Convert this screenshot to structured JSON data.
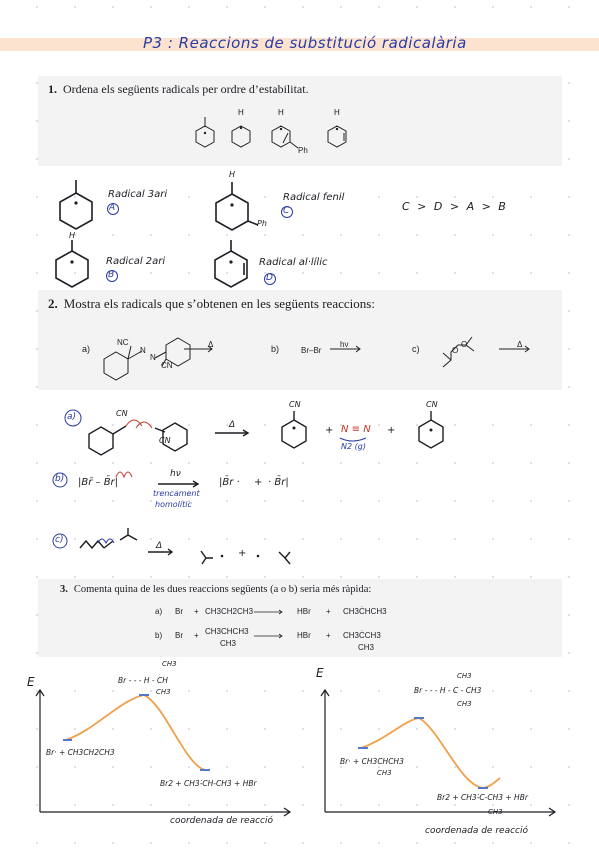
{
  "title": "P3 : Reaccions de substitució radicalària",
  "q1": {
    "number": "1.",
    "text": "Ordena els següents radicals per ordre d’estabilitat.",
    "labels": [
      "H",
      "H",
      "H",
      "Ph"
    ]
  },
  "a1": {
    "r1_name": "Radical 3ari",
    "r1_letter": "A",
    "r2_name": "Radical fenil",
    "r2_letter": "C",
    "r2_sub": "Ph",
    "r3_name": "Radical 2ari",
    "r3_letter": "B",
    "r3_h": "H",
    "r4_name": "Radical al·lílic",
    "r4_letter": "D",
    "order": "C > D > A > B",
    "r2_h": "H"
  },
  "q2": {
    "number": "2.",
    "text": "Mostra els radicals que s’obtenen en les següents reaccions:",
    "a_label": "a)",
    "b_label": "b)",
    "c_label": "c)",
    "a_cn_top": "NC",
    "a_cn_bottom": "CN",
    "a_n1": "N",
    "a_n2": "N",
    "a_cond": "Δ",
    "b_reagent": "Br–Br",
    "b_cond": "hν",
    "c_o1": "O",
    "c_o2": "O",
    "c_cond": "Δ"
  },
  "a2": {
    "a_tag": "a)",
    "a_cn1": "CN",
    "a_cn2": "CN",
    "a_cn3": "CN",
    "a_cn4": "CN",
    "a_cond": "Δ",
    "a_n2": "N ≡ N",
    "a_n2_note": "N2 (g)",
    "plus": "+",
    "b_tag": "b)",
    "b_left": "|Br̄ – B̄r|",
    "b_cond": "hν",
    "b_r1": "|B̄r ·",
    "b_r2": "· B̄r|",
    "b_note1": "trencament",
    "b_note2": "homolític",
    "c_tag": "c)",
    "c_cond": "Δ"
  },
  "q3": {
    "number": "3.",
    "text": "Comenta quina de les dues reaccions següents (a o b) seria més ràpida:",
    "ra_label": "a)",
    "ra_br": "Br",
    "ra_plus": "+",
    "ra_sub": "CH3CH2CH3",
    "ra_hbr": "HBr",
    "ra_plus2": "+",
    "ra_prod": "CH3ĊHCH3",
    "rb_label": "b)",
    "rb_br": "Br",
    "rb_plus": "+",
    "rb_sub": "CH3CHCH3",
    "rb_sub_br": "CH3",
    "rb_hbr": "HBr",
    "rb_plus2": "+",
    "rb_prod": "CH3ĊCH3",
    "rb_prod_br": "CH3"
  },
  "graphs": {
    "left": {
      "e_label": "E",
      "ts": "Br - - - H - CH",
      "ts_top": "CH3",
      "ts_bot": "CH3",
      "reactants": "Br· + CH3CH2CH3",
      "products": "Br2 + CH3-̇CH-CH3 + HBr",
      "xlabel": "coordenada de reacció"
    },
    "right": {
      "e_label": "E",
      "ts": "Br - - - H - C - CH3",
      "ts_top": "CH3",
      "ts_bot": "CH3",
      "reactants": "Br· + CH3CHCH3",
      "reactants_br": "CH3",
      "products": "Br2 + CH3-̇C-CH3 + HBr",
      "products_br": "CH3",
      "xlabel": "coordenada de reacció"
    }
  },
  "colors": {
    "title": "#2a3ba3",
    "band": "#fbe3cf",
    "curve": "#f0a04a",
    "annot": "#2a3ba3",
    "accent": "#c0392b"
  }
}
